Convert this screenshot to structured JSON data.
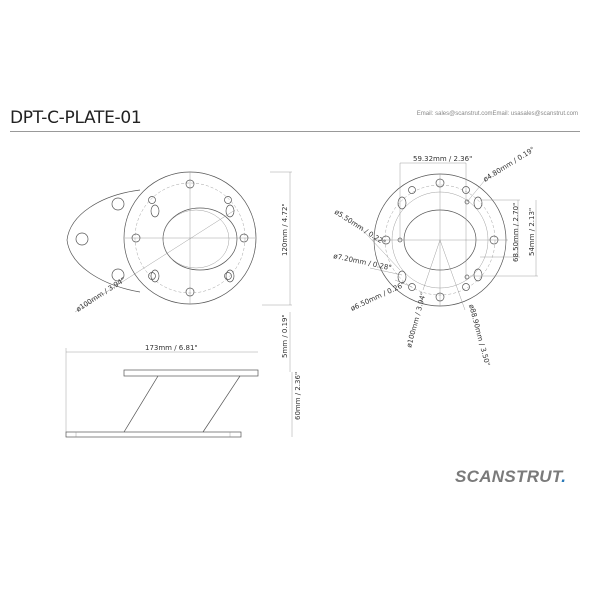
{
  "header": {
    "title": "DPT-C-PLATE-01",
    "email": "Email: sales@scanstrut.comEmail: usasales@scanstrut.com"
  },
  "top_view": {
    "height_dim": "120mm / 4.72\"",
    "diameter_dim": "ø100mm / 3.94\""
  },
  "side_view": {
    "width_dim": "173mm / 6.81\"",
    "plate_thickness_dim": "5mm / 0.19\"",
    "height_dim": "60mm / 2.36\""
  },
  "hole_view": {
    "spacing_dim": "59.32mm / 2.36\"",
    "hole_small_dim": "ø4.80mm / 0.19\"",
    "hole_55_dim": "ø5.50mm / 0.22\"",
    "hole_72_dim": "ø7.20mm / 0.28\"",
    "hole_65_dim": "ø6.50mm / 0.26\"",
    "pcd_100_dim": "ø100mm / 3.94\"",
    "pcd_889_dim": "ø88.90mm / 3.50\"",
    "slot_spacing_dim": "68.50mm / 2.70\"",
    "inner_spacing_dim": "54mm / 2.13\""
  },
  "logo": {
    "text": "SCANSTRUT",
    "dot": "."
  }
}
